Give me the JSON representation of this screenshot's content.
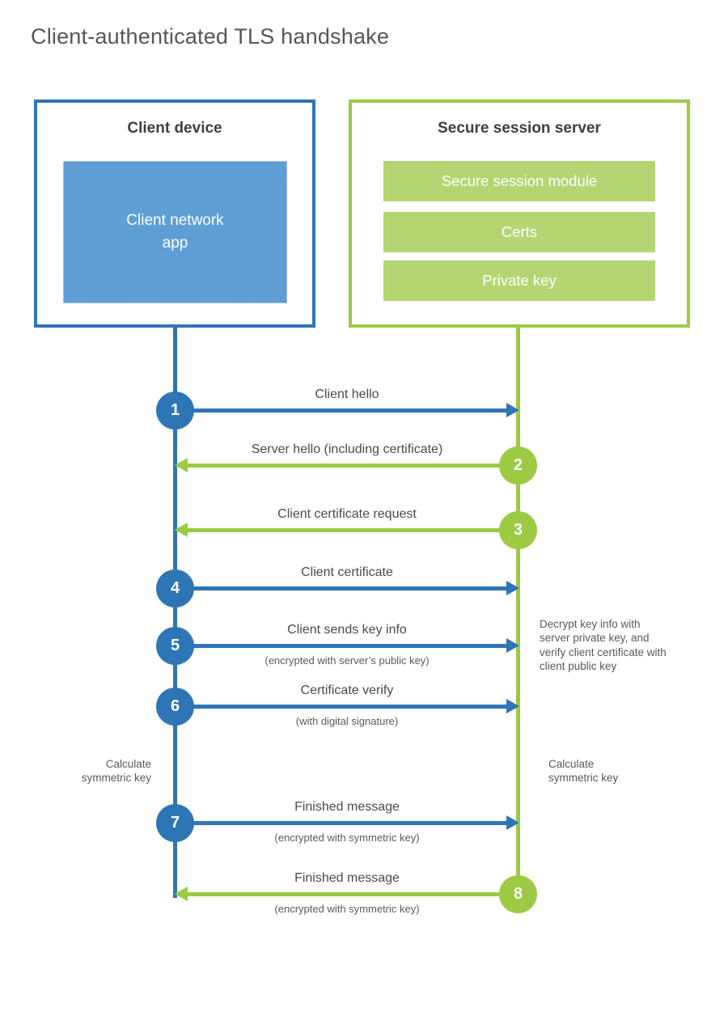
{
  "title": "Client-authenticated TLS handshake",
  "colors": {
    "blue_stroke": "#2e75b6",
    "blue_fill": "#5f9fd6",
    "green_stroke": "#9cca43",
    "green_fill": "#b5d573",
    "title_text": "#55565a",
    "label_text": "#4a4a4a"
  },
  "client": {
    "title": "Client device",
    "app_label": "Client network\napp"
  },
  "server": {
    "title": "Secure session server",
    "modules": [
      "Secure session module",
      "Certs",
      "Private key"
    ]
  },
  "messages": [
    {
      "num": "1",
      "label": "Client hello",
      "color": "blue",
      "direction": "right"
    },
    {
      "num": "2",
      "label": "Server hello (including certificate)",
      "color": "green",
      "direction": "left"
    },
    {
      "num": "3",
      "label": "Client certificate request",
      "color": "green",
      "direction": "left"
    },
    {
      "num": "4",
      "label": "Client certificate",
      "color": "blue",
      "direction": "right"
    },
    {
      "num": "5",
      "label": "Client sends key info",
      "sublabel": "(encrypted with server’s public key)",
      "color": "blue",
      "direction": "right"
    },
    {
      "num": "6",
      "label": "Certificate verify",
      "sublabel": "(with digital signature)",
      "color": "blue",
      "direction": "right"
    },
    {
      "num": "7",
      "label": "Finished message",
      "sublabel": "(encrypted with symmetric key)",
      "color": "blue",
      "direction": "right"
    },
    {
      "num": "8",
      "label": "Finished message",
      "sublabel": "(encrypted with symmetric key)",
      "color": "green",
      "direction": "left"
    }
  ],
  "annotations": {
    "decrypt_note": "Decrypt key info with server private key, and verify client certificate with client public key",
    "calc_left": "Calculate symmetric key",
    "calc_right": "Calculate symmetric key"
  }
}
